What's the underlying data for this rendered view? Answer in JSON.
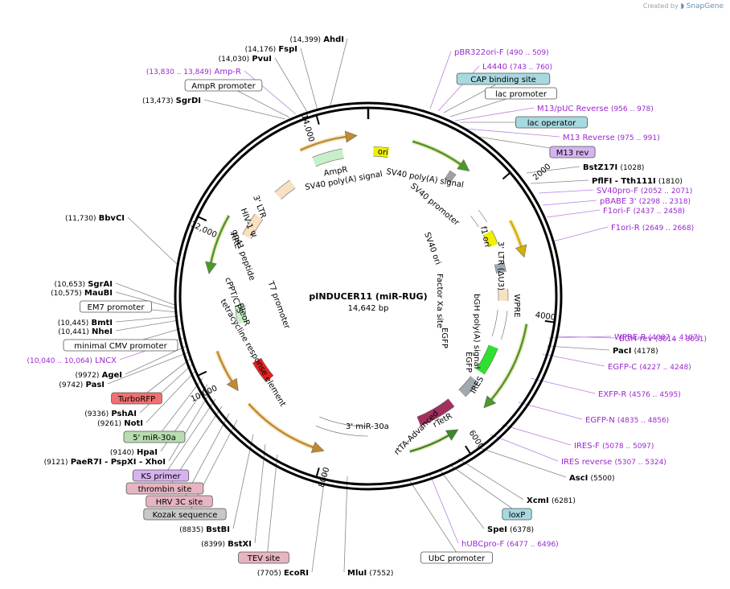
{
  "credit": {
    "prefix": "Created by",
    "brand": "SnapGene"
  },
  "plasmid": {
    "name": "pINDUCER11 (miR-RUG)",
    "size": "14,642 bp"
  },
  "colors": {
    "site": "#000000",
    "primer": "#9b27d0",
    "leader": "#888888",
    "backbone": "#000000",
    "cyan": "#a8d8e0",
    "rose": "#e6b5c1",
    "violet": "#d6b3f0",
    "gray": "#c8c8c8",
    "redbox": "#f07070",
    "greenbox": "#b8dcb0",
    "orange": "#f0c8a0"
  },
  "ticks": [
    {
      "label": "2000"
    },
    {
      "label": "4000"
    },
    {
      "label": "6000"
    },
    {
      "label": "8000"
    },
    {
      "label": "10,000"
    },
    {
      "label": "12,000"
    },
    {
      "label": "14,000"
    }
  ],
  "labels": [
    {
      "kind": "site",
      "pos": "(14,399)",
      "name": "AhdI"
    },
    {
      "kind": "site",
      "pos": "(14,176)",
      "name": "FspI"
    },
    {
      "kind": "site",
      "pos": "(14,030)",
      "name": "PvuI"
    },
    {
      "kind": "primer",
      "pos": "(13,830 .. 13,849)",
      "name": "Amp-R"
    },
    {
      "kind": "box",
      "name": "AmpR promoter",
      "fill": "white"
    },
    {
      "kind": "site",
      "pos": "(13,473)",
      "name": "SgrDI"
    },
    {
      "kind": "site",
      "pos": "(11,730)",
      "name": "BbvCI"
    },
    {
      "kind": "site",
      "pos": "(10,653)",
      "name": "SgrAI"
    },
    {
      "kind": "site",
      "pos": "(10,575)",
      "name": "MauBI"
    },
    {
      "kind": "box",
      "name": "EM7 promoter",
      "fill": "white"
    },
    {
      "kind": "site",
      "pos": "(10,445)",
      "name": "BmtI"
    },
    {
      "kind": "site",
      "pos": "(10,441)",
      "name": "NheI"
    },
    {
      "kind": "box",
      "name": "minimal CMV promoter",
      "fill": "white"
    },
    {
      "kind": "primer",
      "pos": "(10,040 .. 10,064)",
      "name": "LNCX"
    },
    {
      "kind": "site",
      "pos": "(9972)",
      "name": "AgeI"
    },
    {
      "kind": "site",
      "pos": "(9742)",
      "name": "PasI"
    },
    {
      "kind": "box",
      "name": "TurboRFP",
      "fill": "redbox"
    },
    {
      "kind": "site",
      "pos": "(9336)",
      "name": "PshAI"
    },
    {
      "kind": "site",
      "pos": "(9261)",
      "name": "NotI"
    },
    {
      "kind": "box",
      "name": "5' miR-30a",
      "fill": "greenbox"
    },
    {
      "kind": "site",
      "pos": "(9140)",
      "name": "HpaI"
    },
    {
      "kind": "site",
      "pos": "(9121)",
      "name": "PaeR7I  -  PspXI  -  XhoI"
    },
    {
      "kind": "box",
      "name": "KS primer",
      "fill": "violet"
    },
    {
      "kind": "box",
      "name": "thrombin site",
      "fill": "rose"
    },
    {
      "kind": "box",
      "name": "HRV 3C site",
      "fill": "rose"
    },
    {
      "kind": "box",
      "name": "Kozak sequence",
      "fill": "gray"
    },
    {
      "kind": "site",
      "pos": "(8835)",
      "name": "BstBI"
    },
    {
      "kind": "site",
      "pos": "(8399)",
      "name": "BstXI"
    },
    {
      "kind": "box",
      "name": "TEV site",
      "fill": "rose"
    },
    {
      "kind": "site",
      "pos": "(7705)",
      "name": "EcoRI"
    },
    {
      "kind": "site",
      "pos": "(7552)",
      "name": "MluI",
      "after": true
    },
    {
      "kind": "box",
      "name": "UbC promoter",
      "fill": "white"
    },
    {
      "kind": "primer",
      "pos": "(6477 .. 6496)",
      "name": "hUBCpro-F",
      "after": true
    },
    {
      "kind": "site",
      "pos": "(6378)",
      "name": "SpeI",
      "after": true
    },
    {
      "kind": "box",
      "name": "loxP",
      "fill": "cyan"
    },
    {
      "kind": "site",
      "pos": "(6281)",
      "name": "XcmI",
      "after": true
    },
    {
      "kind": "site",
      "pos": "(5500)",
      "name": "AscI",
      "after": true
    },
    {
      "kind": "primer",
      "pos": "(5307 .. 5324)",
      "name": "IRES reverse",
      "after": true
    },
    {
      "kind": "primer",
      "pos": "(5078 .. 5097)",
      "name": "IRES-F",
      "after": true
    },
    {
      "kind": "primer",
      "pos": "(4835 .. 4856)",
      "name": "EGFP-N",
      "after": true
    },
    {
      "kind": "primer",
      "pos": "(4576 .. 4595)",
      "name": "EXFP-R",
      "after": true
    },
    {
      "kind": "primer",
      "pos": "(4227 .. 4248)",
      "name": "EGFP-C",
      "after": true
    },
    {
      "kind": "site",
      "pos": "(4178)",
      "name": "PacI",
      "after": true
    },
    {
      "kind": "primer",
      "pos": "(4087 .. 4107)",
      "name": "WPRE-R",
      "after": true
    },
    {
      "kind": "primer",
      "pos": "(3014 .. 3031)",
      "name": "BGH-rev",
      "after": true
    },
    {
      "kind": "primer",
      "pos": "(2649 .. 2668)",
      "name": "F1ori-R",
      "after": true
    },
    {
      "kind": "primer",
      "pos": "(2437 .. 2458)",
      "name": "F1ori-F",
      "after": true
    },
    {
      "kind": "primer",
      "pos": "(2298 .. 2318)",
      "name": "pBABE 3'",
      "after": true
    },
    {
      "kind": "primer",
      "pos": "(2052 .. 2071)",
      "name": "SV40pro-F",
      "after": true
    },
    {
      "kind": "site",
      "pos": "(1810)",
      "name": "PflFI  -  Tth111I",
      "after": true
    },
    {
      "kind": "site",
      "pos": "(1028)",
      "name": "BstZ17I",
      "after": true
    },
    {
      "kind": "box",
      "name": "M13 rev",
      "fill": "violet"
    },
    {
      "kind": "primer",
      "pos": "(975 .. 991)",
      "name": "M13 Reverse",
      "after": true
    },
    {
      "kind": "box",
      "name": "lac operator",
      "fill": "cyan"
    },
    {
      "kind": "primer",
      "pos": "(956 .. 978)",
      "name": "M13/pUC Reverse",
      "after": true
    },
    {
      "kind": "box",
      "name": "lac promoter",
      "fill": "white"
    },
    {
      "kind": "box",
      "name": "CAP binding site",
      "fill": "cyan"
    },
    {
      "kind": "primer",
      "pos": "(743 .. 760)",
      "name": "L4440",
      "after": true
    },
    {
      "kind": "primer",
      "pos": "(490 .. 509)",
      "name": "pBR322ori-F",
      "after": true
    }
  ],
  "features": [
    {
      "name": "ori"
    },
    {
      "name": "SV40 poly(A) signal"
    },
    {
      "name": "SV40 promoter"
    },
    {
      "name": "SV40 ori"
    },
    {
      "name": "f1 ori"
    },
    {
      "name": "3' LTR (ΔU3)"
    },
    {
      "name": "bGH poly(A) signal"
    },
    {
      "name": "Factor Xa site"
    },
    {
      "name": "WPRE"
    },
    {
      "name": "EGFP"
    },
    {
      "name": "EGFP"
    },
    {
      "name": "IRES"
    },
    {
      "name": "rtTA-Advanced"
    },
    {
      "name": "rTetR"
    },
    {
      "name": "3' miR-30a"
    },
    {
      "name": "tetracycline response element"
    },
    {
      "name": "T7 promoter"
    },
    {
      "name": "BleoR"
    },
    {
      "name": "cPPT/CTS"
    },
    {
      "name": "gp41 peptide"
    },
    {
      "name": "RRE"
    },
    {
      "name": "HIV-1 Ψ"
    },
    {
      "name": "3' LTR"
    },
    {
      "name": "AmpR"
    },
    {
      "name": "SV40 poly(A) signal"
    }
  ]
}
